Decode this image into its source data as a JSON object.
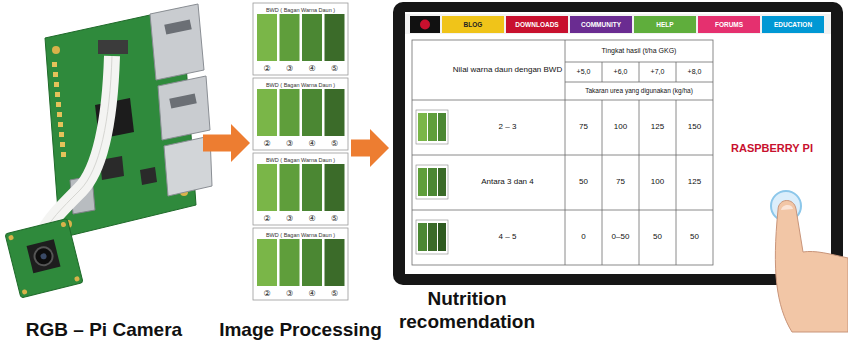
{
  "diagram": {
    "nodes": [
      {
        "text": [
          "RGB – Pi Camera"
        ]
      },
      {
        "text": [
          "Image Processing"
        ]
      },
      {
        "text": [
          "Nutrition recomendation"
        ]
      }
    ],
    "edges": [
      {
        "from": 0,
        "to": 1,
        "arrow": "to"
      },
      {
        "from": 1,
        "to": 2,
        "arrow": "to"
      }
    ],
    "labels": [
      "BWD ( Bagan Warna Daun )",
      "②",
      "③",
      "④",
      "⑤",
      "BWD ( Bagan Warna Daun )",
      "②",
      "③",
      "④",
      "⑤",
      "BWD ( Bagan Warna Daun )",
      "②",
      "③",
      "④",
      "⑤",
      "BWD ( Bagan Warna Daun )",
      "②",
      "③",
      "④",
      "⑤",
      "BLOG",
      "DOWNLOADS",
      "COMMUNITY",
      "HELP",
      "FORUMS",
      "EDUCATION",
      "Nilai warna daun dengan BWD",
      "Tingkat hasil (t/ha GKG)",
      "+5,0",
      "+6,0",
      "+7,0",
      "+8,0",
      "Takaran urea yang digunakan (kg/ha)",
      "2 – 3",
      "75",
      "100",
      "125",
      "150",
      "Antara 3 dan 4",
      "50",
      "75",
      "100",
      "125",
      "4 – 5",
      "0",
      "0–50",
      "50",
      "50",
      "RASPBERRY PI"
    ]
  }
}
